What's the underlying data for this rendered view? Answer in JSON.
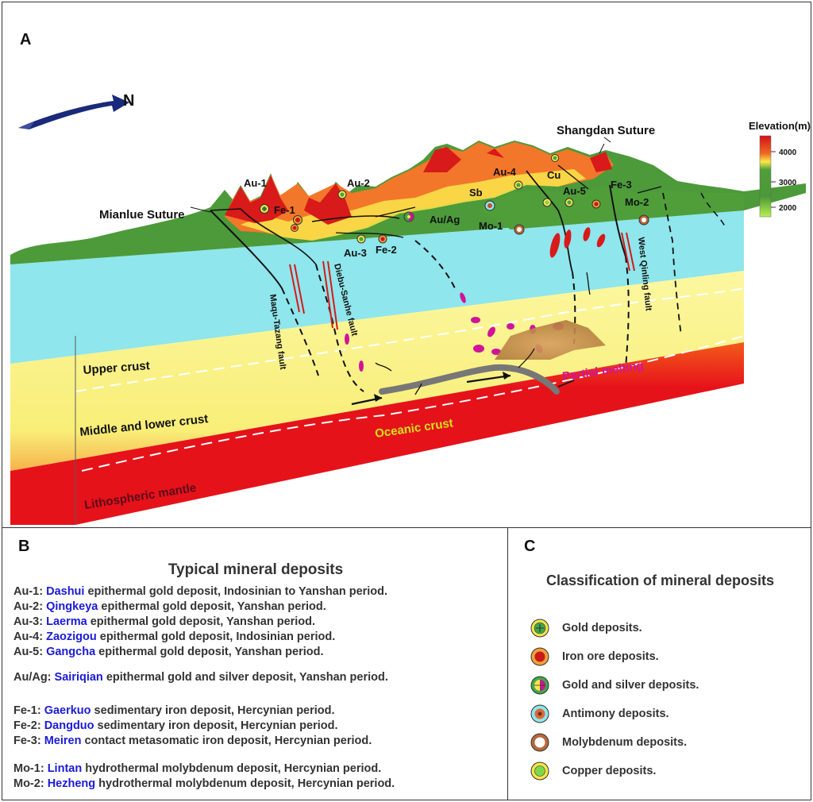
{
  "panel_labels": {
    "a": "A",
    "b": "B",
    "c": "C"
  },
  "diagram": {
    "north_label": "N",
    "elevation_title": "Elevation(m)",
    "elevation_ticks": [
      "4000",
      "3000",
      "2000"
    ],
    "colors": {
      "cyan": "#8fe6ec",
      "yellow": "#fbf58a",
      "red": "#e6121a",
      "green": "#4c9a3a",
      "magenta": "#d0149a"
    },
    "sutures": {
      "mianlue": "Mianlue Suture",
      "shangdan": "Shangdan Suture"
    },
    "faults": {
      "maqu": "Maqu-Tazang fault",
      "diebu": "Diebu-Sanhe fault",
      "west_qinling": "West Qinling fault"
    },
    "layers": {
      "upper": "Upper crust",
      "middle": "Middle and lower crust",
      "mantle": "Lithospheric mantle"
    },
    "oceanic": "Oceanic crust",
    "partial": "Partial melting",
    "deposit_labels": {
      "au1": "Au-1",
      "au2": "Au-2",
      "au3": "Au-3",
      "au4": "Au-4",
      "au5": "Au-5",
      "auag": "Au/Ag",
      "fe1": "Fe-1",
      "fe2": "Fe-2",
      "fe3": "Fe-3",
      "sb": "Sb",
      "mo1": "Mo-1",
      "mo2": "Mo-2",
      "cu": "Cu"
    }
  },
  "typical": {
    "title": "Typical mineral deposits",
    "items": [
      {
        "code": "Au-1:",
        "name": "Dashui",
        "desc": " epithermal gold deposit, Indosinian to Yanshan period."
      },
      {
        "code": "Au-2:",
        "name": "Qingkeya",
        "desc": " epithermal gold deposit, Yanshan period."
      },
      {
        "code": "Au-3:",
        "name": "Laerma",
        "desc": " epithermal gold deposit, Yanshan period."
      },
      {
        "code": "Au-4:",
        "name": "Zaozigou",
        "desc": " epithermal gold deposit, Indosinian period."
      },
      {
        "code": "Au-5:",
        "name": "Gangcha",
        "desc": " epithermal gold deposit, Yanshan period."
      },
      {
        "code": "Au/Ag:",
        "name": "Sairiqian",
        "desc": " epithermal gold and silver deposit, Yanshan period."
      },
      {
        "code": "Fe-1:",
        "name": "Gaerkuo",
        "desc": " sedimentary iron deposit, Hercynian period."
      },
      {
        "code": "Fe-2:",
        "name": "Dangduo",
        "desc": " sedimentary iron deposit, Hercynian period."
      },
      {
        "code": "Fe-3:",
        "name": "Meiren",
        "desc": " contact metasomatic iron deposit, Hercynian period."
      },
      {
        "code": "Mo-1:",
        "name": "Lintan",
        "desc": "  hydrothermal molybdenum deposit, Hercynian period."
      },
      {
        "code": "Mo-2:",
        "name": "Hezheng",
        "desc": "  hydrothermal molybdenum deposit, Hercynian period."
      }
    ]
  },
  "classification": {
    "title": "Classification of mineral deposits",
    "items": [
      {
        "icon": "gold-deposit-icon",
        "label": "Gold deposits."
      },
      {
        "icon": "iron-deposit-icon",
        "label": "Iron ore deposits."
      },
      {
        "icon": "gold-silver-deposit-icon",
        "label": "Gold and silver deposits."
      },
      {
        "icon": "antimony-deposit-icon",
        "label": "Antimony deposits."
      },
      {
        "icon": "molybdenum-deposit-icon",
        "label": "Molybdenum deposits."
      },
      {
        "icon": "copper-deposit-icon",
        "label": "Copper deposits."
      }
    ]
  }
}
